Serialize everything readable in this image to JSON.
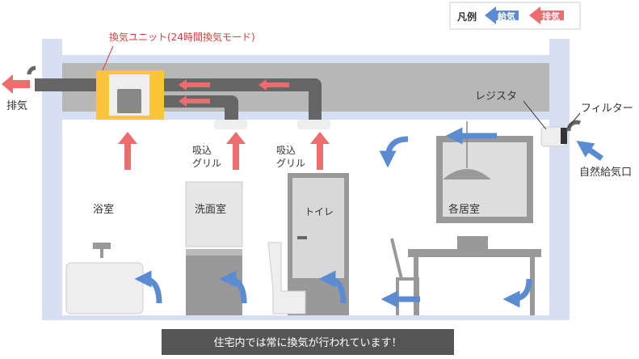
{
  "legend": {
    "title": "凡例",
    "supply": "給気",
    "exhaust": "排気"
  },
  "unit_label": "換気ユニット(24時間換気モード)",
  "exhaust_label": "排気",
  "grille_label": [
    "吸込",
    "グリル"
  ],
  "rooms": {
    "bath": "浴室",
    "washroom": "洗面室",
    "toilet": "トイレ",
    "living": "各居室"
  },
  "toilet_door": "トイレ",
  "register_label": "レジスタ",
  "filter_label": "フィルター",
  "inlet_label": "自然給気口",
  "banner": "住宅内では常に換気が行われています！",
  "colors": {
    "supply": "#5b8bd0",
    "exhaust": "#ee6b6e",
    "frame": "#d6e0f2",
    "duct": "#666666",
    "unit": "#fbc53a"
  }
}
